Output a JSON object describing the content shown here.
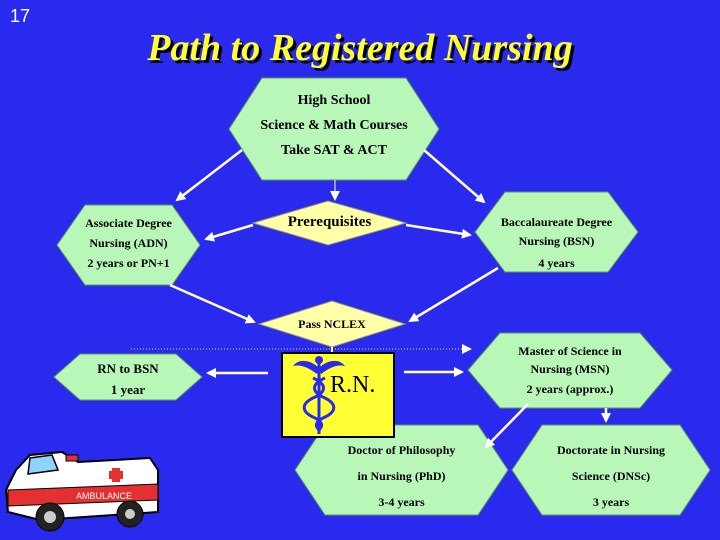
{
  "slide_number": "17",
  "title": "Path to Registered Nursing",
  "colors": {
    "background": "#2a2aee",
    "node_fill": "#b8f7b8",
    "title": "#ffff33",
    "arrow": "#ffffff"
  },
  "nodes": {
    "high_school": [
      "High School",
      "Science & Math Courses",
      "Take SAT & ACT"
    ],
    "prerequisites": [
      "Prerequisites"
    ],
    "adn": [
      "Associate Degree",
      "Nursing (ADN)",
      "2 years or PN+1"
    ],
    "bsn": [
      "Baccalaureate Degree",
      "Nursing (BSN)",
      "4 years"
    ],
    "nclex": [
      "Pass NCLEX"
    ],
    "rn_to_bsn": [
      "RN to BSN",
      "1 year"
    ],
    "msn": [
      "Master of Science in",
      "Nursing (MSN)",
      "2 years (approx.)"
    ],
    "phd": [
      "Doctor of Philosophy",
      "in Nursing (PhD)",
      "3-4 years"
    ],
    "dnsc": [
      "Doctorate in Nursing",
      "Science (DNSc)",
      "3 years"
    ]
  },
  "rn_label": "R.N.",
  "ambulance_label": "AMBULANCE",
  "icons": {
    "caduceus": "caduceus-icon",
    "ambulance": "ambulance-icon"
  }
}
